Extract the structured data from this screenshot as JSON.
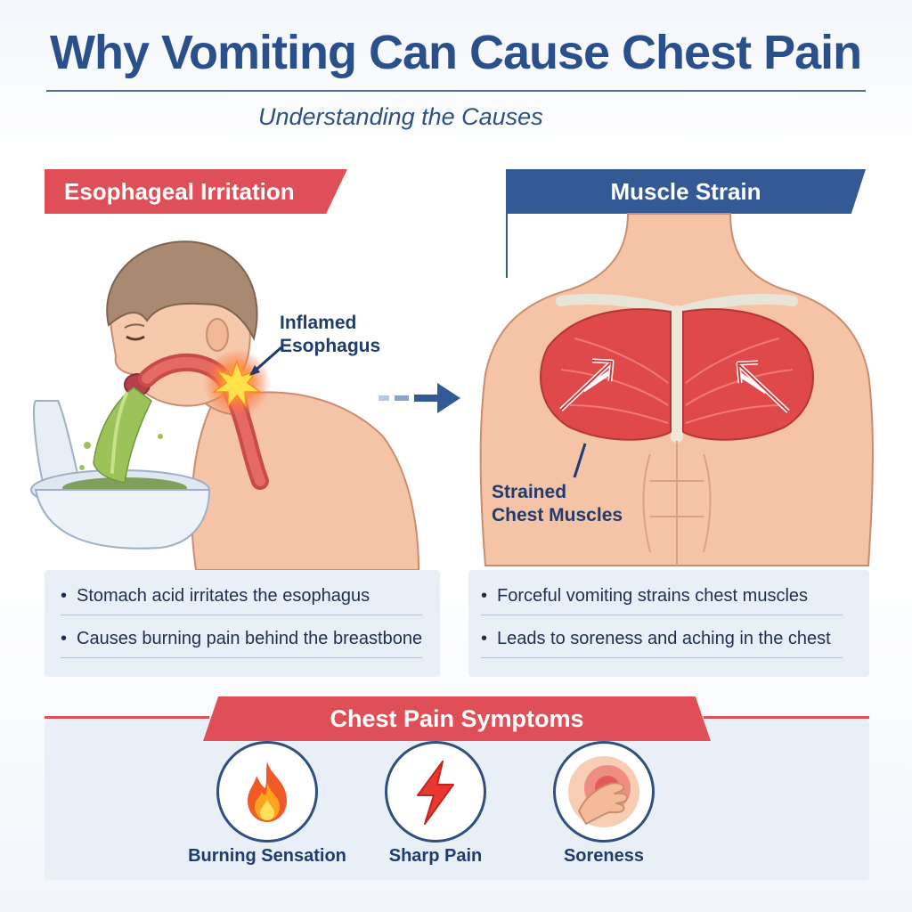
{
  "header": {
    "title": "Why Vomiting Can Cause Chest Pain",
    "subtitle": "Understanding the Causes"
  },
  "sections": {
    "esophageal": {
      "title": "Esophageal Irritation",
      "callout_line1": "Inflamed",
      "callout_line2": "Esophagus",
      "bullets": [
        "Stomach acid irritates the esophagus",
        "Causes burning pain behind the breastbone"
      ]
    },
    "muscle": {
      "title": "Muscle Strain",
      "callout_line1": "Strained",
      "callout_line2": "Chest Muscles",
      "bullets": [
        "Forceful vomiting strains chest muscles",
        "Leads to soreness and aching in the chest"
      ]
    }
  },
  "symptoms": {
    "title": "Chest Pain Symptoms",
    "items": [
      {
        "label": "Burning Sensation",
        "icon": "flame-icon"
      },
      {
        "label": "Sharp Pain",
        "icon": "lightning-bolt-icon"
      },
      {
        "label": "Soreness",
        "icon": "hand-on-chest-icon"
      }
    ]
  },
  "colors": {
    "accent_red": "#df4f57",
    "accent_blue": "#345a96",
    "title_blue": "#2a508c",
    "panel_bg": "#e9eff7"
  }
}
